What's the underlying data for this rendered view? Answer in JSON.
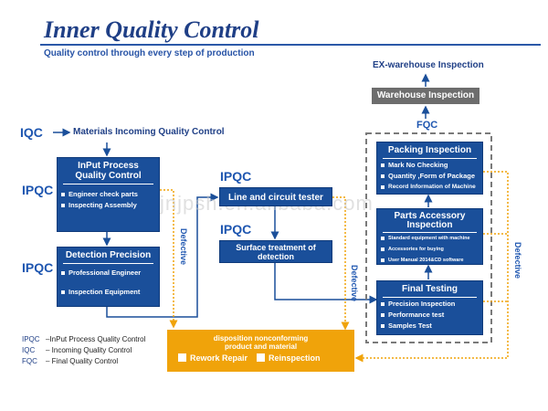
{
  "header": {
    "title": "Inner Quality  Control",
    "subtitle": "Quality control through every step of production"
  },
  "labels": {
    "iqc_top": "IQC",
    "materials": "Materials Incoming Quality Control",
    "ipqc_left1": "IPQC",
    "ipqc_left2": "IPQC",
    "ipqc_mid1": "IPQC",
    "ipqc_mid2": "IPQC",
    "fqc": "FQC",
    "ex_warehouse": "EX-warehouse Inspection"
  },
  "boxes": {
    "input_process": {
      "title_line1": "InPut Process",
      "title_line2": "Quality Control",
      "items": [
        "Engineer check parts",
        "Inspecting Assembly"
      ]
    },
    "detection": {
      "title": "Detection Precision",
      "items": [
        "Professional Engineer",
        "Inspection Equipment"
      ]
    },
    "line_tester": {
      "title": "Line and circuit tester"
    },
    "surface": {
      "title_line1": "Surface treatment of",
      "title_line2": "detection"
    },
    "warehouse": {
      "title": "Warehouse Inspection"
    },
    "packing": {
      "title": "Packing Inspection",
      "items": [
        "Mark No Checking",
        "Quantity ,Form of Package",
        "Record Information of Machine"
      ]
    },
    "parts": {
      "title_line1": "Parts Accessory",
      "title_line2": "Inspection",
      "items": [
        "Standard equipment with  machine",
        "Accessories for buying",
        "User Manual 2014&CD software"
      ]
    },
    "final": {
      "title": "Final Testing",
      "items": [
        "Precision Inspection",
        "Performance test",
        "Samples Test"
      ]
    }
  },
  "defective": {
    "left": "Defective",
    "middle": "Defective",
    "right": "Defective"
  },
  "disposition": {
    "title_line1": "disposition nonconforming",
    "title_line2": "product and material",
    "option1": "Rework Repair",
    "option2": "Reinspection"
  },
  "legend": [
    {
      "abbr": "IPQC",
      "text": "–InPut Process Quality Control"
    },
    {
      "abbr": "IQC",
      "text": "– Incoming Quality Control"
    },
    {
      "abbr": "FQC",
      "text": "– Final Quality Control"
    }
  ],
  "watermark": "jnjpsh.en.alibaba.com",
  "colors": {
    "box_blue": "#1a4f9a",
    "title_blue": "#1f3f86",
    "label_blue": "#1e56b0",
    "orange": "#f0a30a",
    "gray": "#6d6d6d"
  }
}
